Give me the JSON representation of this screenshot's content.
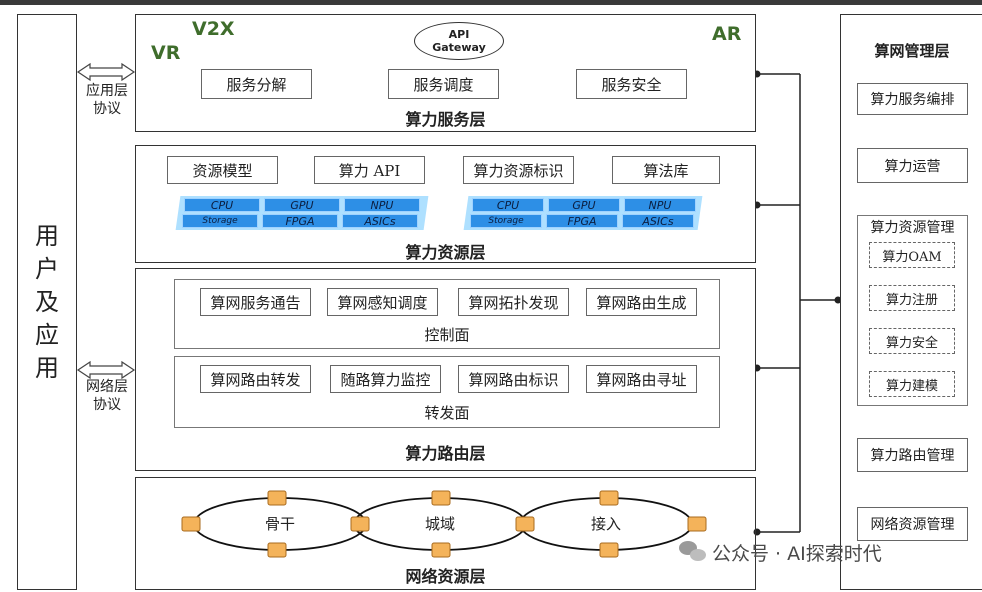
{
  "user_app": "用户及应用",
  "protocols": {
    "app": "应用层\n协议",
    "net": "网络层\n协议"
  },
  "service_layer": {
    "title": "算力服务层",
    "vr": "VR",
    "v2x": "V2X",
    "ar": "AR",
    "gateway": {
      "line1": "API",
      "line2": "Gateway"
    },
    "items": [
      "服务分解",
      "服务调度",
      "服务安全"
    ]
  },
  "resource_layer": {
    "title": "算力资源层",
    "items": [
      "资源模型",
      "算力 API",
      "算力资源标识",
      "算法库"
    ],
    "chips": [
      "CPU",
      "GPU",
      "NPU",
      "Storage",
      "FPGA",
      "ASICs"
    ]
  },
  "routing_layer": {
    "title": "算力路由层",
    "control": {
      "label": "控制面",
      "items": [
        "算网服务通告",
        "算网感知调度",
        "算网拓扑发现",
        "算网路由生成"
      ]
    },
    "forward": {
      "label": "转发面",
      "items": [
        "算网路由转发",
        "随路算力监控",
        "算网路由标识",
        "算网路由寻址"
      ]
    }
  },
  "network_layer": {
    "title": "网络资源层",
    "rings": [
      "骨干",
      "城域",
      "接入"
    ]
  },
  "management": {
    "title": "算网管理层",
    "items": [
      "算力服务编排",
      "算力运营",
      "算力路由管理",
      "网络资源管理"
    ],
    "resource_mgmt": {
      "title": "算力资源管理",
      "items": [
        "算力OAM",
        "算力注册",
        "算力安全",
        "算力建模"
      ]
    }
  },
  "watermark": "公众号 · AI探索时代"
}
